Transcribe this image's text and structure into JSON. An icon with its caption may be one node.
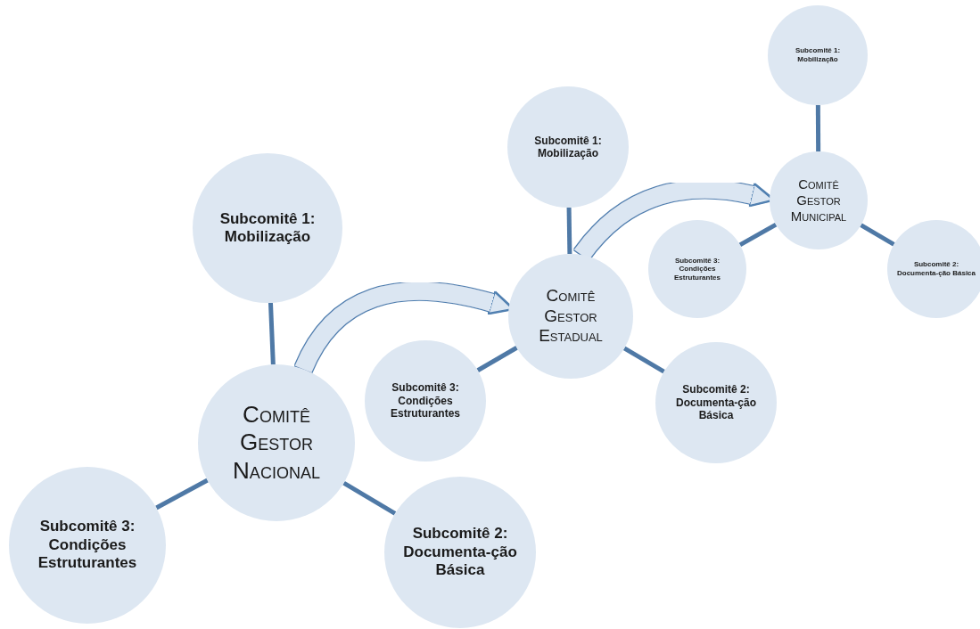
{
  "diagram": {
    "nodes": [
      {
        "text": [
          "Subcomitê 1: Mobilização"
        ]
      },
      {
        "text": [
          "Comitê Gestor Nacional"
        ]
      },
      {
        "text": [
          "Subcomitê 3: Condições Estruturantes"
        ]
      },
      {
        "text": [
          "Subcomitê 2: Documenta-ção Básica"
        ]
      },
      {
        "text": [
          "Subcomitê 1: Mobilização"
        ]
      },
      {
        "text": [
          "Comitê Gestor Estadual"
        ]
      },
      {
        "text": [
          "Subcomitê 3: Condições Estruturantes"
        ]
      },
      {
        "text": [
          "Subcomitê 2: Documenta-ção Básica"
        ]
      },
      {
        "text": [
          "Subcomitê 1: Mobilização"
        ]
      },
      {
        "text": [
          "Comitê Gestor Municipal"
        ]
      },
      {
        "text": [
          "Subcomitê 3: Condições Estruturantes"
        ]
      },
      {
        "text": [
          "Subcomitê 2: Documenta-ção Básica"
        ]
      }
    ],
    "edges": [
      {
        "from": 1,
        "to": 0,
        "arrow": "none"
      },
      {
        "from": 1,
        "to": 2,
        "arrow": "none"
      },
      {
        "from": 1,
        "to": 3,
        "arrow": "none"
      },
      {
        "from": 5,
        "to": 4,
        "arrow": "none"
      },
      {
        "from": 5,
        "to": 6,
        "arrow": "none"
      },
      {
        "from": 5,
        "to": 7,
        "arrow": "none"
      },
      {
        "from": 9,
        "to": 8,
        "arrow": "none"
      },
      {
        "from": 9,
        "to": 10,
        "arrow": "none"
      },
      {
        "from": 9,
        "to": 11,
        "arrow": "none"
      },
      {
        "from": 1,
        "to": 5,
        "arrow": "to",
        "style": "thick",
        "color": "#dbe6f2"
      },
      {
        "from": 5,
        "to": 9,
        "arrow": "to",
        "style": "thick",
        "color": "#dbe6f2"
      }
    ]
  }
}
